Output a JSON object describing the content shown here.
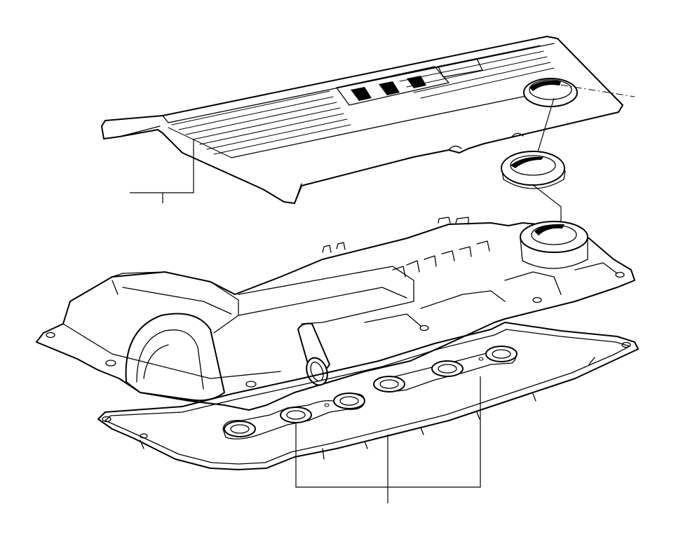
{
  "diagram": {
    "parts": [
      {
        "part": "engine-cover",
        "style": "ribbed"
      },
      {
        "part": "filler-cap-seal",
        "style": "ring"
      },
      {
        "part": "cylinder-head-cover",
        "style": "cast"
      },
      {
        "part": "head-cover-gasket",
        "style": "perimeter"
      },
      {
        "part": "spark-plug-well-gasket-set",
        "count": 3
      }
    ],
    "colors": {
      "line": "#000000",
      "background": "#ffffff"
    }
  }
}
